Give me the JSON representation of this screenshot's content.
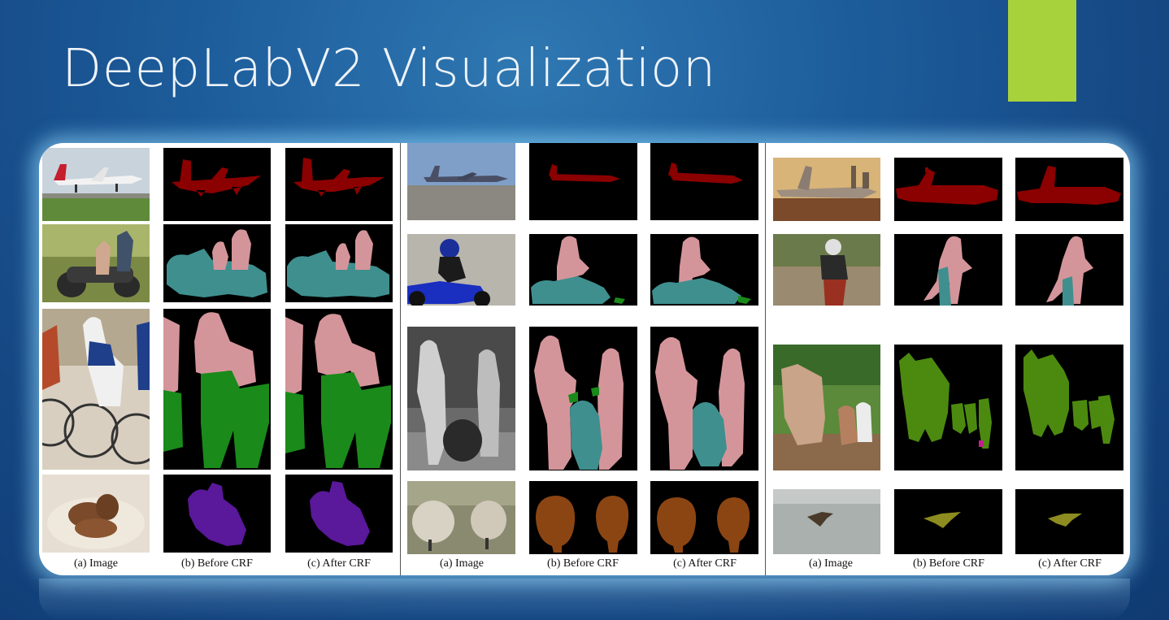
{
  "slide": {
    "title": "DeepLabV2 Visualization"
  },
  "captions": {
    "image": "(a) Image",
    "before_crf": "(b) Before CRF",
    "after_crf": "(c) After CRF"
  },
  "colors": {
    "aeroplane": "#8b0000",
    "person": "#d4959a",
    "motorbike": "#3f8f8f",
    "bicycle": "#1a8a1a",
    "dog": "#5a189a",
    "sheep": "#8b4513",
    "cow": "#4c8a0f",
    "bird": "#8c8c20",
    "accent": "#a8d23c"
  }
}
